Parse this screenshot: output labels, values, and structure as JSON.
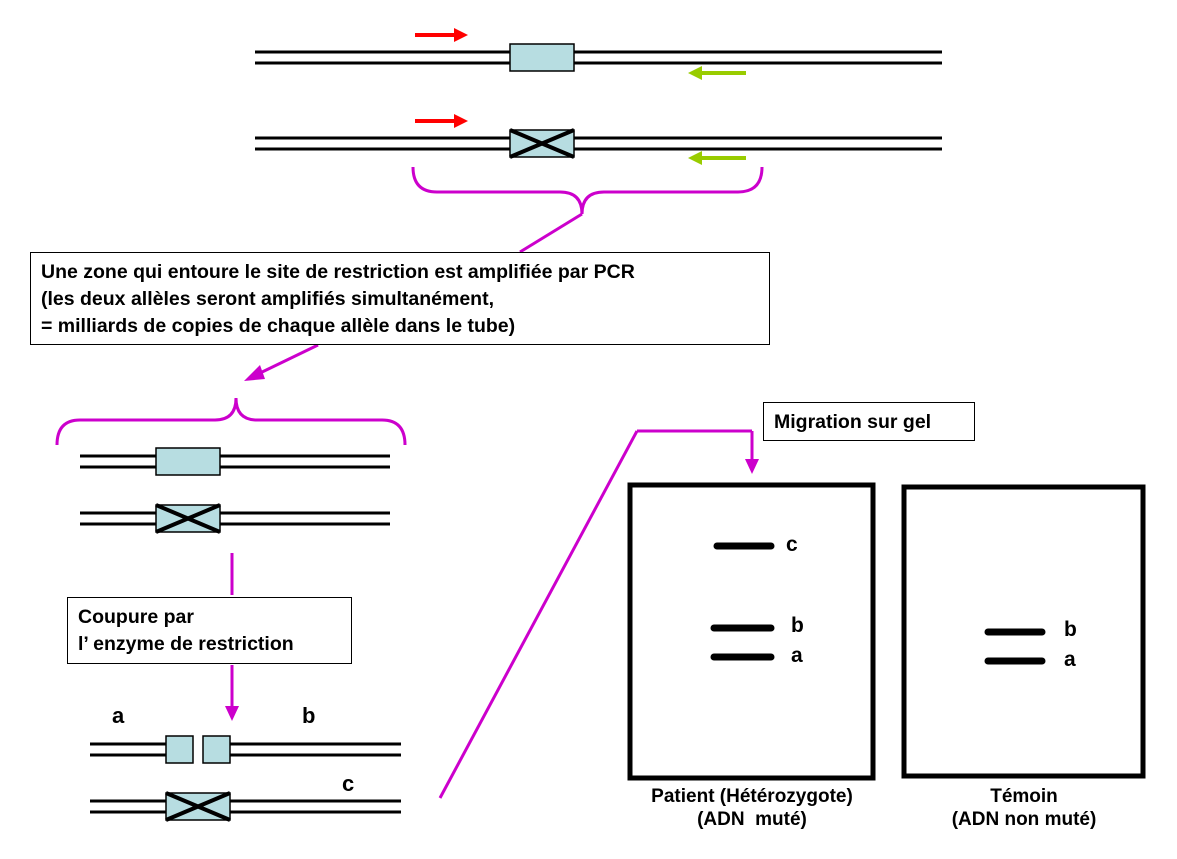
{
  "colors": {
    "forward_primer": "#ff0000",
    "reverse_primer": "#99cc00",
    "bracket": "#cc00cc",
    "restriction_site": "#b7dde1"
  },
  "pcr_box": {
    "line1": "Une zone qui entoure le site de restriction est amplifiée par PCR",
    "line2": "(les deux allèles seront amplifiés simultanément,",
    "line3": "= milliards de copies de chaque allèle dans le tube)"
  },
  "cut_box": {
    "line1": "Coupure par",
    "line2": "l’ enzyme de restriction"
  },
  "migration_box": {
    "label": "Migration sur gel"
  },
  "fragments": {
    "a": "a",
    "b": "b",
    "c": "c"
  },
  "gel_patient": {
    "caption_line1": "Patient (Hétérozygote)",
    "caption_line2": "(ADN  muté)",
    "bands": [
      "c",
      "b",
      "a"
    ]
  },
  "gel_control": {
    "caption_line1": "Témoin",
    "caption_line2": "(ADN non muté)",
    "bands": [
      "b",
      "a"
    ]
  }
}
